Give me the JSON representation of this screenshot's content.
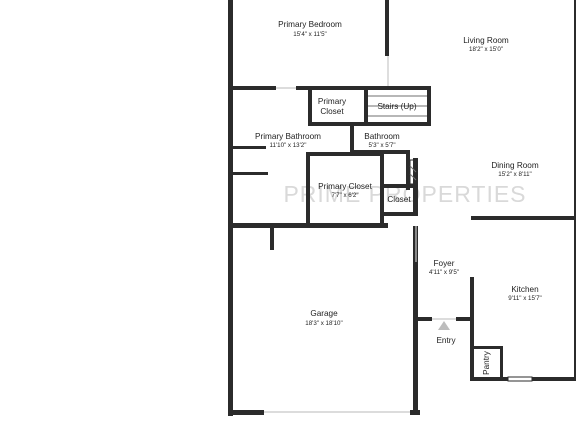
{
  "watermark": "PRIME PROPERTIES",
  "rooms": {
    "primary_bedroom": {
      "name": "Primary Bedroom",
      "dims": "15'4\" x 11'5\""
    },
    "living_room": {
      "name": "Living Room",
      "dims": "18'2\" x 15'0\""
    },
    "primary_closet_top": {
      "line1": "Primary",
      "line2": "Closet"
    },
    "stairs": {
      "name": "Stairs (Up)"
    },
    "primary_bathroom": {
      "name": "Primary Bathroom",
      "dims": "11'10\" x 13'2\""
    },
    "bathroom": {
      "name": "Bathroom",
      "dims": "5'3\" x 5'7\""
    },
    "dining_room": {
      "name": "Dining Room",
      "dims": "15'2\" x 8'11\""
    },
    "primary_closet": {
      "name": "Primary Closet",
      "dims": "7'7\" x 6'2\""
    },
    "closet": {
      "name": "Closet"
    },
    "foyer": {
      "name": "Foyer",
      "dims": "4'11\" x 9'5\""
    },
    "kitchen": {
      "name": "Kitchen",
      "dims": "9'11\" x 15'7\""
    },
    "garage": {
      "name": "Garage",
      "dims": "18'3\" x 18'10\""
    },
    "entry": {
      "name": "Entry"
    },
    "pantry": {
      "name": "Pantry"
    }
  },
  "colors": {
    "wall": "#2b2b2b",
    "background": "#ffffff",
    "watermark": "#d9d9d9"
  }
}
